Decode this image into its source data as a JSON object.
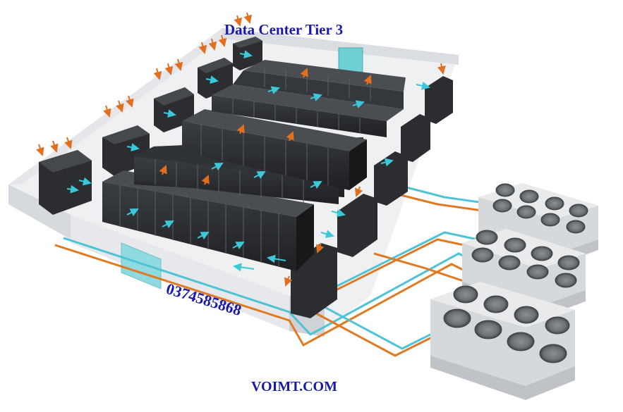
{
  "title": "Data Center Tier 3",
  "phone": "0374585868",
  "website": "VOIMT.COM",
  "colors": {
    "text": "#1a1aa8",
    "floor": "#eef0f2",
    "wall": "#dfe2e6",
    "rack": "#2a2c30",
    "cold_air": "#3cc8d8",
    "hot_air": "#e07020",
    "chilled_pipe": "#4fc3d6",
    "hot_pipe": "#e07a22",
    "condenser": "#d9dcdf",
    "fan": "#5b5f64",
    "door": "#7fd3d8"
  },
  "icons": [
    "crac-unit-icon",
    "server-rack-icon",
    "condenser-fan-icon",
    "door-icon",
    "airflow-arrow-icon"
  ]
}
